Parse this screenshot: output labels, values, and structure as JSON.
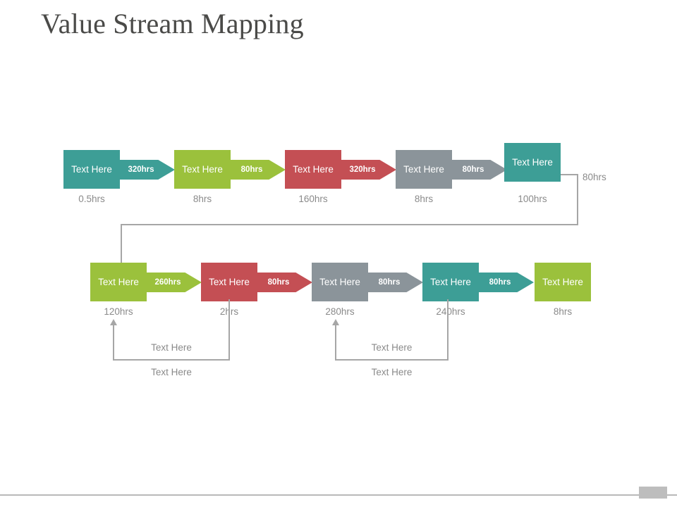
{
  "slide": {
    "title": "Value Stream Mapping",
    "colors": {
      "teal": "#3d9e96",
      "green": "#9bc13c",
      "red": "#c44f54",
      "gray": "#8b949a",
      "line": "#a6a6a6",
      "label_text": "#8a8a8a",
      "title_text": "#4a4a48"
    }
  },
  "rows": [
    {
      "name": "row-1",
      "steps": [
        {
          "label": "Text Here",
          "arrow_label": "320hrs",
          "under_label": "0.5hrs",
          "color": "teal",
          "has_arrow": true
        },
        {
          "label": "Text Here",
          "arrow_label": "80hrs",
          "under_label": "8hrs",
          "color": "green",
          "has_arrow": true
        },
        {
          "label": "Text Here",
          "arrow_label": "320hrs",
          "under_label": "160hrs",
          "color": "red",
          "has_arrow": true
        },
        {
          "label": "Text Here",
          "arrow_label": "80hrs",
          "under_label": "8hrs",
          "color": "gray",
          "has_arrow": true
        },
        {
          "label": "Text Here",
          "arrow_label": "",
          "under_label": "100hrs",
          "color": "teal",
          "has_arrow": false
        }
      ]
    },
    {
      "name": "row-2",
      "steps": [
        {
          "label": "Text Here",
          "arrow_label": "260hrs",
          "under_label": "120hrs",
          "color": "green",
          "has_arrow": true
        },
        {
          "label": "Text Here",
          "arrow_label": "80hrs",
          "under_label": "2hrs",
          "color": "red",
          "has_arrow": true
        },
        {
          "label": "Text Here",
          "arrow_label": "80hrs",
          "under_label": "280hrs",
          "color": "gray",
          "has_arrow": true
        },
        {
          "label": "Text Here",
          "arrow_label": "80hrs",
          "under_label": "240hrs",
          "color": "teal",
          "has_arrow": true
        },
        {
          "label": "Text Here",
          "arrow_label": "",
          "under_label": "8hrs",
          "color": "green",
          "has_arrow": false
        }
      ]
    }
  ],
  "wrap_connector": {
    "label": "80hrs"
  },
  "brackets": [
    {
      "name": "bracket-left",
      "inner_label": "Text Here",
      "below_label": "Text Here"
    },
    {
      "name": "bracket-right",
      "inner_label": "Text Here",
      "below_label": "Text Here"
    }
  ]
}
